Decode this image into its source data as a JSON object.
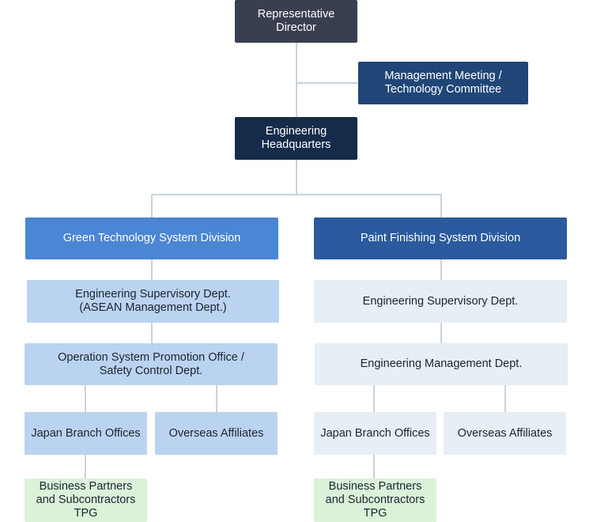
{
  "org_chart": {
    "top": {
      "label": "Representative\nDirector"
    },
    "committee": {
      "label": "Management Meeting /\nTechnology Committee"
    },
    "headquarters": {
      "label": "Engineering\nHeadquarters"
    },
    "green_division": {
      "title": "Green Technology System Division",
      "supervisory": "Engineering Supervisory Dept.\n(ASEAN Management Dept.)",
      "operation": "Operation System Promotion Office /\nSafety Control Dept.",
      "japan_branch": "Japan Branch Offices",
      "overseas": "Overseas Affiliates",
      "partners": "Business Partners\nand Subcontractors\nTPG"
    },
    "paint_division": {
      "title": "Paint Finishing System Division",
      "supervisory": "Engineering Supervisory Dept.",
      "management": "Engineering Management Dept.",
      "japan_branch": "Japan Branch Offices",
      "overseas": "Overseas Affiliates",
      "partners": "Business Partners\nand Subcontractors\nTPG"
    }
  },
  "colors": {
    "director": "#3a3f4f",
    "committee": "#1f4677",
    "headquarters": "#152b4a",
    "green_division": "#4a86d4",
    "paint_division": "#2b5a9e",
    "green_departments": "#bad3f0",
    "paint_departments": "#e7eef5",
    "partners": "#dbf2d9",
    "connector": "#c7d3df"
  }
}
